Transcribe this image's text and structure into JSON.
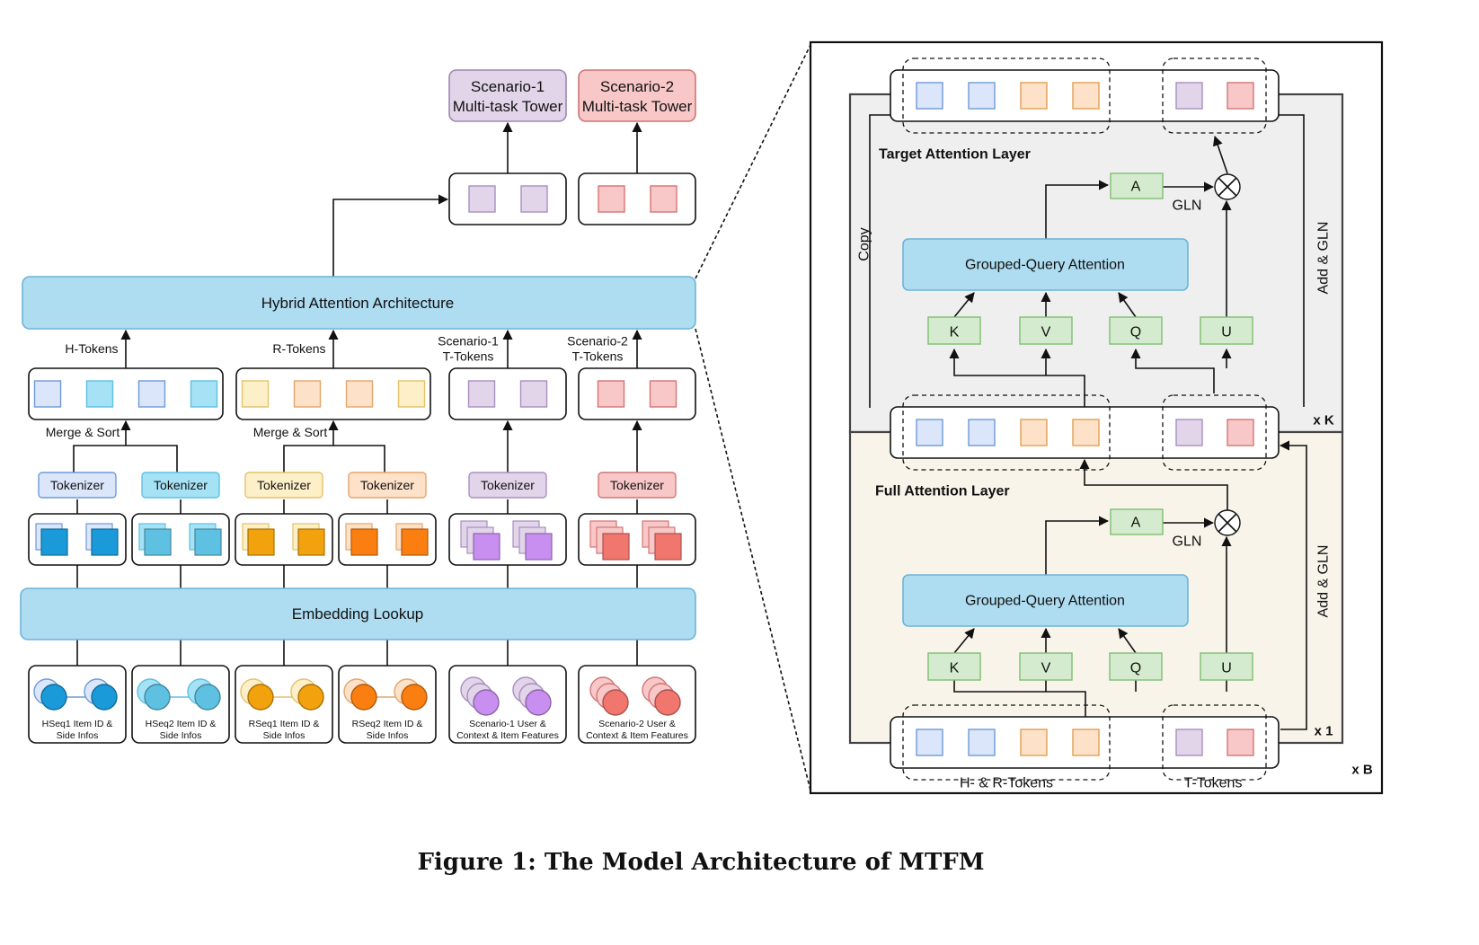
{
  "colors": {
    "h1_light": "#dbe6fa",
    "h1_dark": "#1a9ad8",
    "h2_light": "#a6e2f5",
    "h2_dark": "#5ec1e2",
    "r1_light": "#fdf0c8",
    "r1_dark": "#f2a20c",
    "r2_light": "#fde1c8",
    "r2_dark": "#fb7f10",
    "s1_light": "#e2d5ea",
    "s1_dark": "#c88ef0",
    "s2_light": "#f8c8c8",
    "s2_dark": "#f0766e",
    "bar_fill": "#aedcf0",
    "bar_stroke": "#6db4d8",
    "proj_fill": "#d5ebcf",
    "proj_stroke": "#7fbf72"
  },
  "left": {
    "towers": [
      "Scenario-1\nMulti-task Tower",
      "Scenario-2\nMulti-task Tower"
    ],
    "hybrid": "Hybrid Attention Architecture",
    "token_labels": [
      "H-Tokens",
      "R-Tokens",
      "Scenario-1\nT-Tokens",
      "Scenario-2\nT-Tokens"
    ],
    "merge_sort": [
      "Merge & Sort",
      "Merge & Sort"
    ],
    "tokenizer": "Tokenizer",
    "embedding": "Embedding Lookup",
    "inputs": [
      "HSeq1 Item ID &\nSide Infos",
      "HSeq2 Item ID &\nSide Infos",
      "RSeq1 Item ID &\nSide Infos",
      "RSeq2 Item ID &\nSide Infos",
      "Scenario-1 User &\nContext & Item Features",
      "Scenario-2 User &\nContext & Item Features"
    ]
  },
  "right": {
    "target_layer": "Target Attention Layer",
    "full_layer": "Full Attention Layer",
    "gqa": "Grouped-Query Attention",
    "a": "A",
    "gln": "GLN",
    "projections": [
      "K",
      "V",
      "Q",
      "U"
    ],
    "copy": "Copy",
    "add_gln": "Add & GLN",
    "xk": "x K",
    "x1": "x 1",
    "xb": "x B",
    "hr_tokens": "H- & R-Tokens",
    "t_tokens": "T-Tokens"
  },
  "caption": "Figure 1: The Model Architecture of MTFM"
}
